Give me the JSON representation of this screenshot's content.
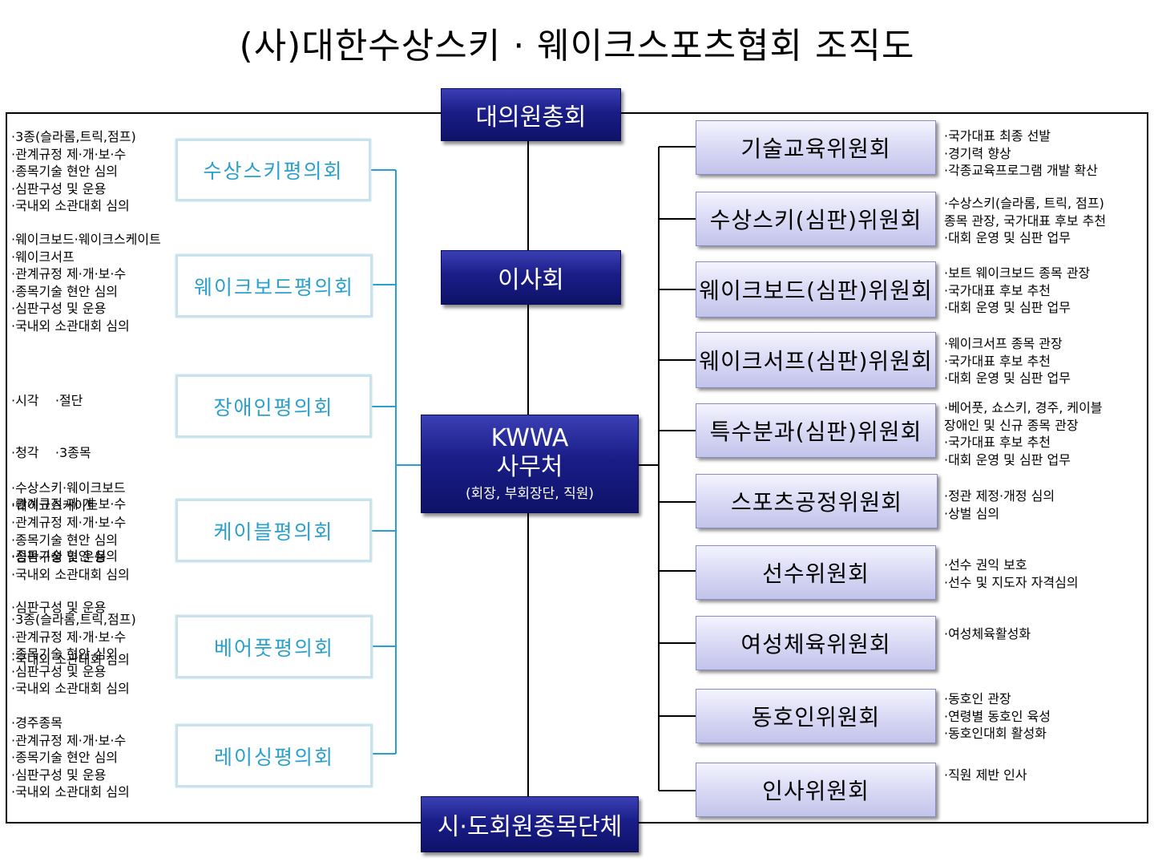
{
  "title": "(사)대한수상스키 · 웨이크스포츠협회 조직도",
  "central": {
    "general_assembly": "대의원총회",
    "board": "이사회",
    "office": {
      "line1": "KWWA",
      "line2": "사무처",
      "line3": "(회장, 부회장단, 직원)"
    },
    "member_orgs": "시·도회원종목단체"
  },
  "councils": [
    {
      "name": "수상스키평의회",
      "details": [
        "·3종(슬라롬,트릭,점프)",
        "·관계규정 제·개·보·수",
        "·종목기술 현안 심의",
        "·심판구성 및 운용",
        "·국내외 소관대회 심의"
      ]
    },
    {
      "name": "웨이크보드평의회",
      "details": [
        "·웨이크보드·웨이크스케이트",
        "·웨이크서프",
        "·관계규정 제·개·보·수",
        "·종목기술 현안 심의",
        "·심판구성 및 운용",
        "·국내외 소관대회 심의"
      ]
    },
    {
      "name": "장애인평의회",
      "details": [
        "·시각    ·절단",
        "·청각    ·3종목",
        "·관계규정 제·개·보·수",
        "·종목기술 현안 심의",
        "·심판구성 및 운용",
        "·국내외 소관대회 심의"
      ]
    },
    {
      "name": "케이블평의회",
      "details": [
        "·수상스키·웨이크보드",
        "·웨이크스케이트",
        "·관계규정 제·개·보·수",
        "·종목기술 현안 심의",
        "·심판구성 및 운용",
        "·국내외 소관대회 심의"
      ]
    },
    {
      "name": "베어풋평의회",
      "details": [
        "·3종(슬라롬,트릭,점프)",
        "·관계규정 제·개·보·수",
        "·종목기술 현안 심의",
        "·심판구성 및 운용",
        "·국내외 소관대회 심의"
      ]
    },
    {
      "name": "레이싱평의회",
      "details": [
        "·경주종목",
        "·관계규정 제·개·보·수",
        "·종목기술 현안 심의",
        "·심판구성 및 운용",
        "·국내외 소관대회 심의"
      ]
    }
  ],
  "committees": [
    {
      "name": "기술교육위원회",
      "details": [
        "·국가대표 최종 선발",
        "·경기력 향상",
        "·각종교육프로그램 개발 확산"
      ]
    },
    {
      "name": "수상스키(심판)위원회",
      "details": [
        "·수상스키(슬라롬, 트릭, 점프)",
        "종목 관장, 국가대표 후보 추천",
        "·대회 운영 및 심판 업무"
      ]
    },
    {
      "name": "웨이크보드(심판)위원회",
      "details": [
        "·보트 웨이크보드 종목 관장",
        "·국가대표 후보 추천",
        "·대회 운영 및 심판 업무"
      ]
    },
    {
      "name": "웨이크서프(심판)위원회",
      "details": [
        "·웨이크서프 종목 관장",
        "·국가대표 후보 추천",
        "·대회 운영 및 심판 업무"
      ]
    },
    {
      "name": "특수분과(심판)위원회",
      "details": [
        "·베어풋, 쇼스키, 경주, 케이블",
        "장애인 및 신규 종목 관장",
        "·국가대표 후보 추천",
        "·대회 운영 및 심판 업무"
      ]
    },
    {
      "name": "스포츠공정위원회",
      "details": [
        "·정관 제정·개정 심의",
        "·상벌 심의"
      ]
    },
    {
      "name": "선수위원회",
      "details": [
        "·선수 권익 보호",
        "·선수 및 지도자 자격심의"
      ]
    },
    {
      "name": "여성체육위원회",
      "details": [
        "·여성체육활성화"
      ]
    },
    {
      "name": "동호인위원회",
      "details": [
        "·동호인 관장",
        "·연령별 동호인 육성",
        "·동호인대회 활성화"
      ]
    },
    {
      "name": "인사위원회",
      "details": [
        "·직원 제반 인사"
      ]
    }
  ],
  "colors": {
    "navy": "#1a1d87",
    "council_text": "#2aa0cd",
    "council_border": "#c9e3ec",
    "connector_left": "#2aa0cd",
    "committee_fill": "#d6d6f4"
  }
}
